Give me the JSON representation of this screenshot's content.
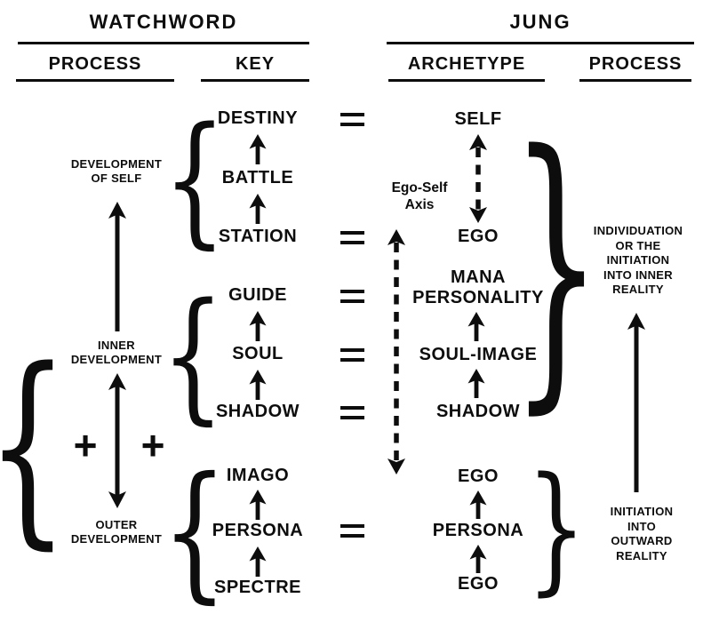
{
  "colors": {
    "ink": "#0d0d0d",
    "background": "#ffffff"
  },
  "watchword": {
    "title": "WATCHWORD",
    "process_header": "PROCESS",
    "key_header": "KEY",
    "process": {
      "development_of_self": "DEVELOPMENT\nOF SELF",
      "inner_development": "INNER\nDEVELOPMENT",
      "outer_development": "OUTER\nDEVELOPMENT",
      "plus_sign": "+"
    },
    "key": {
      "group1": {
        "top": "DESTINY",
        "middle": "BATTLE",
        "bottom": "STATION"
      },
      "group2": {
        "top": "GUIDE",
        "middle": "SOUL",
        "bottom": "SHADOW"
      },
      "group3": {
        "top": "IMAGO",
        "middle": "PERSONA",
        "bottom": "SPECTRE"
      }
    }
  },
  "jung": {
    "title": "JUNG",
    "archetype_header": "ARCHETYPE",
    "process_header": "PROCESS",
    "archetype": {
      "self": "SELF",
      "ego_upper": "EGO",
      "ego_self_axis": "Ego-Self\nAxis",
      "mana_personality": "MANA\nPERSONALITY",
      "soul_image": "SOUL-IMAGE",
      "shadow": "SHADOW",
      "ego_middle": "EGO",
      "persona": "PERSONA",
      "ego_lower": "EGO"
    },
    "process": {
      "individuation": "INDIVIDUATION\nOR THE\nINITIATION\nINTO INNER\nREALITY",
      "initiation_outward": "INITIATION\nINTO\nOUTWARD\nREALITY"
    }
  },
  "glyphs": {
    "left_brace": "{",
    "right_brace": "}"
  }
}
